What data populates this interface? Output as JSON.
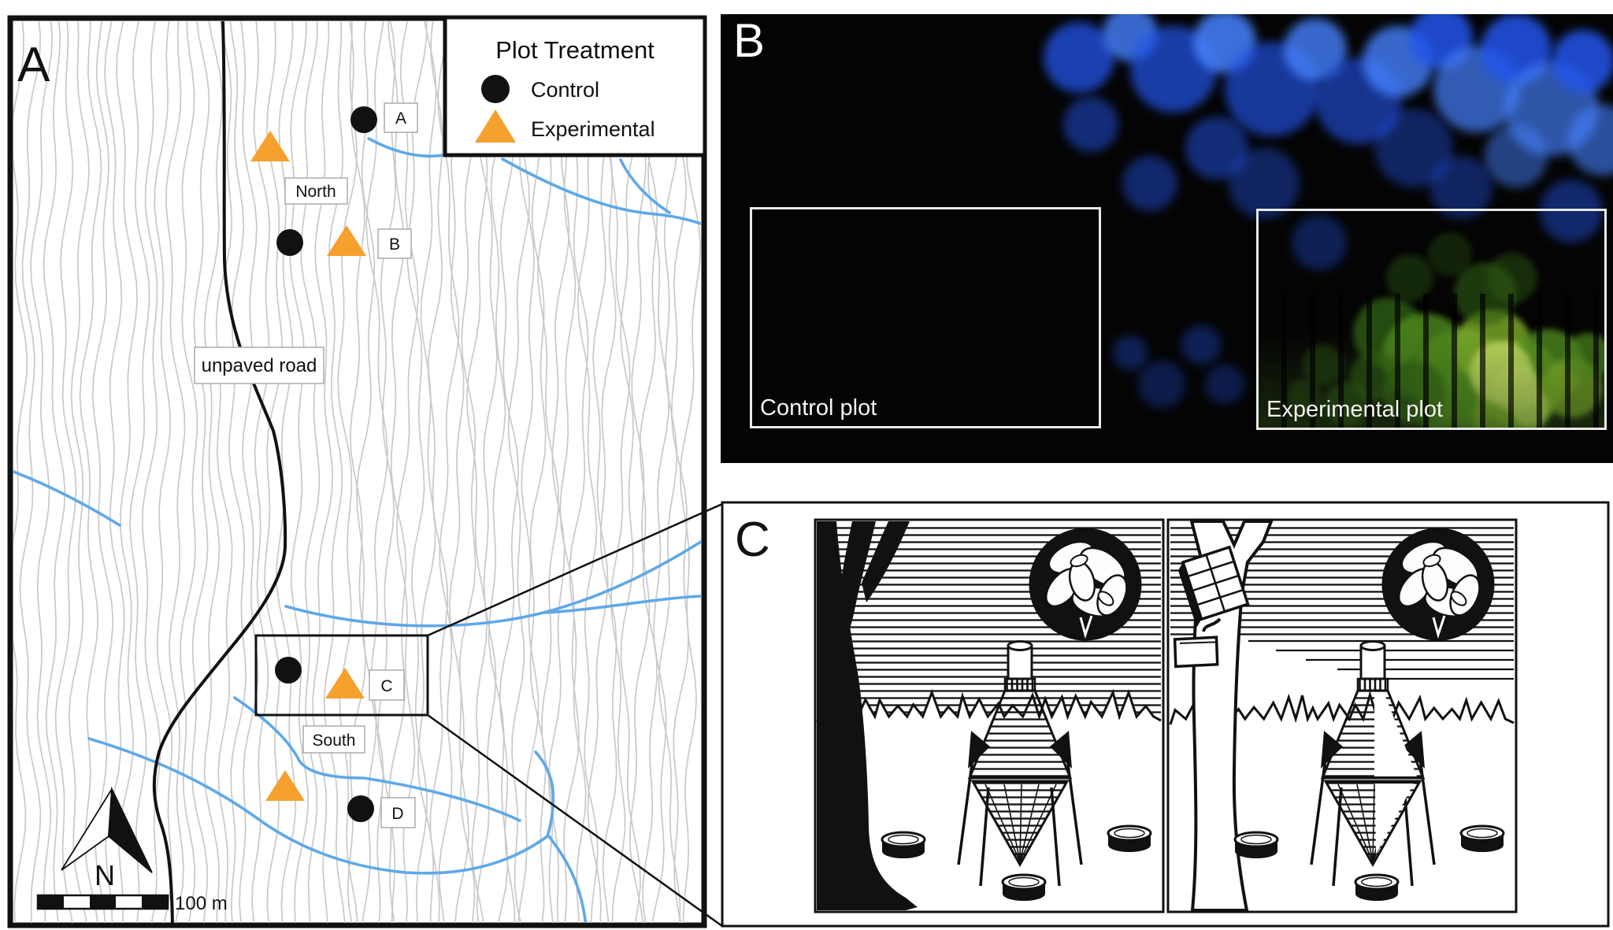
{
  "colors": {
    "experimental_orange": "#F6A02D",
    "control_black": "#111111",
    "stream_blue": "#5FA8E8",
    "contour_gray": "#C9C9C9"
  },
  "panel_a": {
    "label": "A",
    "legend": {
      "title": "Plot Treatment",
      "items": [
        {
          "marker": "circle-icon",
          "label": "Control"
        },
        {
          "marker": "triangle-icon",
          "label": "Experimental"
        }
      ]
    },
    "map_labels": {
      "north": "North",
      "south": "South",
      "road": "unpaved road"
    },
    "plot_labels": {
      "a": "A",
      "b": "B",
      "c": "C",
      "d": "D"
    },
    "compass_label": "N",
    "scale_label": "100 m"
  },
  "panel_b": {
    "label": "B",
    "control": "Control plot",
    "experimental": "Experimental plot"
  },
  "panel_c": {
    "label": "C"
  }
}
